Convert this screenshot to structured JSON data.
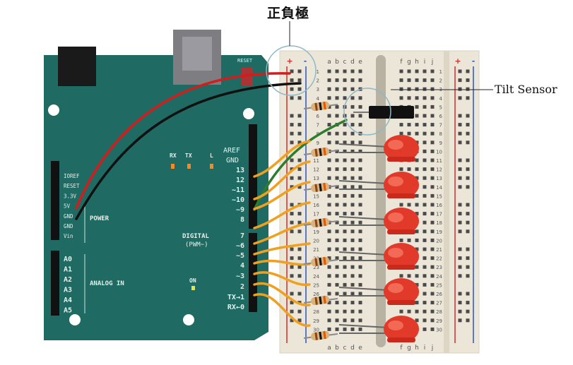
{
  "callouts": {
    "polarity": "正負極",
    "tilt_sensor": "Tilt Sensor"
  },
  "arduino": {
    "reset": "RESET",
    "aref": "AREF",
    "gnd_top": "GND",
    "leds": [
      "RX",
      "TX",
      "L"
    ],
    "on": "ON",
    "power": "POWER",
    "power_pins": [
      "IOREF",
      "RESET",
      "3.3V",
      "5V",
      "GND",
      "GND",
      "Vin"
    ],
    "analog": "ANALOG IN",
    "analog_pins": [
      "A0",
      "A1",
      "A2",
      "A3",
      "A4",
      "A5"
    ],
    "digital": "DIGITAL",
    "pwm": "(PWM~)",
    "digital_pins": [
      "13",
      "12",
      "~11",
      "~10",
      "~9",
      "8",
      "7",
      "~6",
      "~5",
      "4",
      "~3",
      "2",
      "TX→1",
      "RX←0"
    ]
  },
  "breadboard": {
    "cols_left": [
      "a",
      "b",
      "c",
      "d",
      "e"
    ],
    "cols_right": [
      "f",
      "g",
      "h",
      "i",
      "j"
    ],
    "plus": "+",
    "minus": "-",
    "rows": [
      "1",
      "2",
      "3",
      "4",
      "5",
      "6",
      "7",
      "8",
      "9",
      "10",
      "11",
      "12",
      "13",
      "14",
      "15",
      "16",
      "17",
      "18",
      "19",
      "20",
      "21",
      "22",
      "23",
      "24",
      "25",
      "26",
      "27",
      "28",
      "29",
      "30"
    ]
  },
  "colors": {
    "board": "#1f6a62",
    "breadboard": "#ece6d8",
    "led": "#e23a2a",
    "wire_red": "#d11d1d",
    "wire_black": "#111111",
    "wire_green": "#2e7d2e",
    "wire_orange": "#f0a020"
  }
}
